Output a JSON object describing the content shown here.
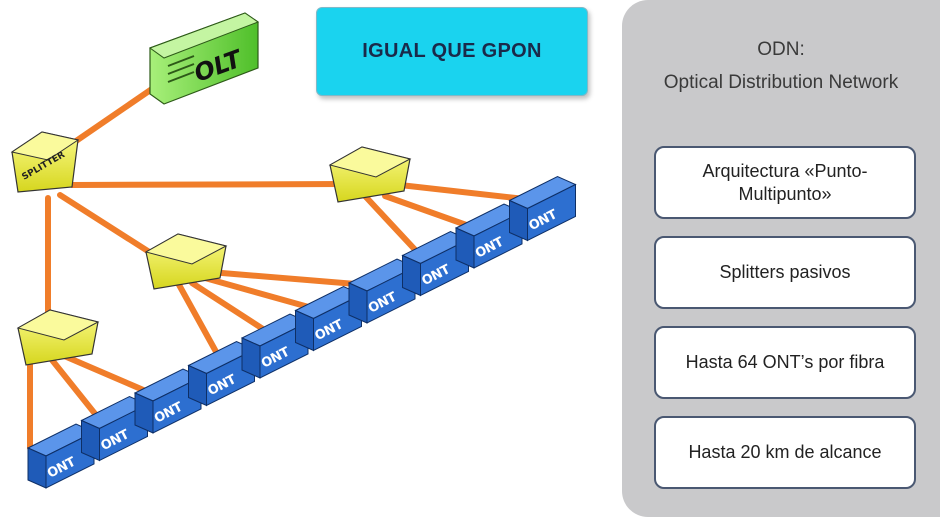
{
  "banner": {
    "text": "IGUAL QUE GPON"
  },
  "panel": {
    "title_line1": "ODN:",
    "title_line2": "Optical Distribution Network",
    "cards": [
      {
        "text": "Arquitectura «Punto-Multipunto»"
      },
      {
        "text": "Splitters pasivos"
      },
      {
        "text": "Hasta 64 ONT’s por fibra"
      },
      {
        "text": "Hasta 20 km de alcance"
      }
    ]
  },
  "diagram": {
    "olt_label": "OLT",
    "splitter_label": "SPLITTER",
    "ont_label": "ONT",
    "colors": {
      "fiber": "#f07d2a",
      "ont": "#2d6fd0",
      "splitter": "#e8e83c",
      "olt": "#6fd63e"
    }
  }
}
